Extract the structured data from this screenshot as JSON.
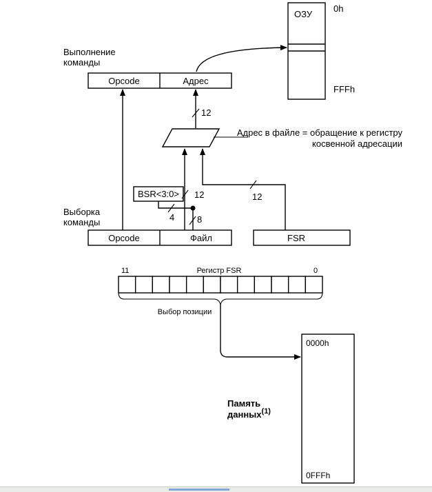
{
  "top_diagram": {
    "ram_label": "ОЗУ",
    "ram_start": "0h",
    "ram_end": "FFFh",
    "execute_label_line1": "Выполнение",
    "execute_label_line2": "команды",
    "exec_opcode": "Opcode",
    "exec_address": "Адрес",
    "width_12_top": "12",
    "mux_note_line1": "Адрес в файле = обращение к регистру",
    "mux_note_line2": "косвенной адресации",
    "bsr_label": "BSR<3:0>",
    "width_12_mid": "12",
    "width_12_right": "12",
    "width_4": "4",
    "width_8": "8",
    "fetch_label_line1": "Выборка",
    "fetch_label_line2": "команды",
    "fetch_opcode": "Opcode",
    "fetch_file": "Файл",
    "fsr_label": "FSR"
  },
  "bottom_diagram": {
    "bit_high": "11",
    "register_title": "Регистр FSR",
    "bit_low": "0",
    "select_label": "Выбор позиции",
    "mem_start": "0000h",
    "mem_title_line1": "Память",
    "mem_title_line2": "данных",
    "mem_footnote": "(1)",
    "mem_end": "0FFFh"
  }
}
